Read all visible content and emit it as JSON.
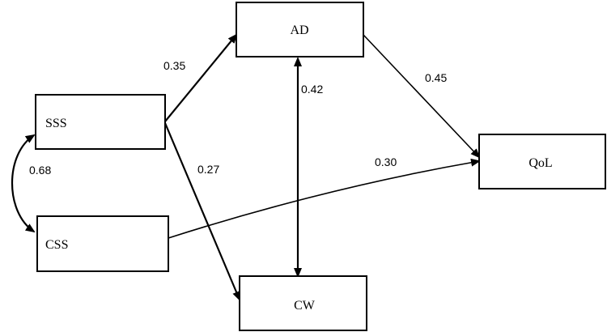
{
  "nodes": {
    "ad": "AD",
    "sss": "SSS",
    "css": "CSS",
    "qol": "QoL",
    "cw": "CW"
  },
  "edges": {
    "sss_ad": "0.35",
    "ad_cw": "0.42",
    "ad_qol": "0.45",
    "sss_cw": "0.27",
    "css_qol": "0.30",
    "sss_css": "0.68"
  },
  "colors": {
    "stroke": "#000000",
    "background": "#ffffff"
  }
}
